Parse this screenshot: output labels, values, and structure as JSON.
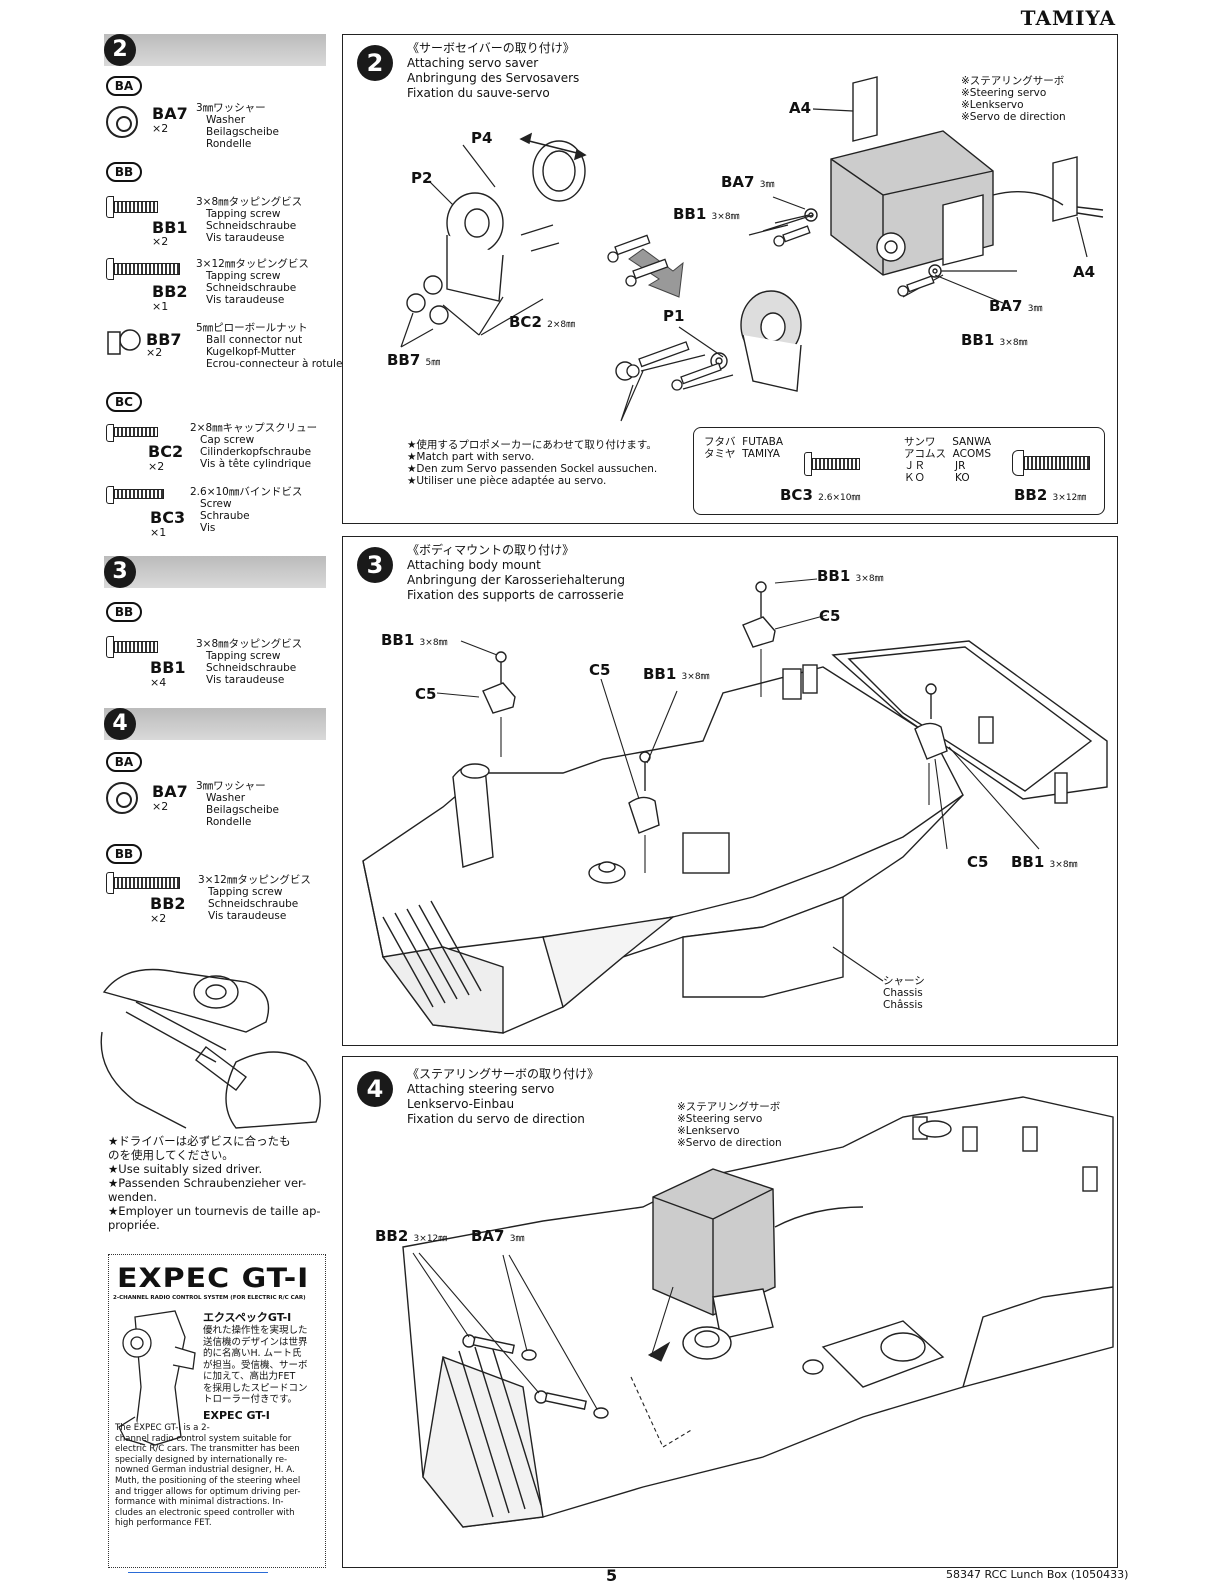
{
  "brand": "TAMIYA",
  "left": {
    "step2": {
      "num": "2",
      "groups": [
        {
          "badge": "BA",
          "parts": [
            {
              "code": "BA7",
              "qty": "×2",
              "text": "3㎜ワッシャー\n   Washer\n   Beilagscheibe\n   Rondelle"
            }
          ]
        },
        {
          "badge": "BB",
          "parts": [
            {
              "code": "BB1",
              "qty": "×2",
              "text": "3×8㎜タッピングビス\n   Tapping screw\n   Schneidschraube\n   Vis taraudeuse"
            },
            {
              "code": "BB2",
              "qty": "×1",
              "text": "3×12㎜タッピングビス\n   Tapping screw\n   Schneidschraube\n   Vis taraudeuse"
            },
            {
              "code": "BB7",
              "qty": "×2",
              "text": "5㎜ピローボールナット\n   Ball connector nut\n   Kugelkopf-Mutter\n   Ecrou-connecteur à rotule"
            }
          ]
        },
        {
          "badge": "BC",
          "parts": [
            {
              "code": "BC2",
              "qty": "×2",
              "text": "2×8㎜キャップスクリュー\n   Cap screw\n   Cilinderkopfschraube\n   Vis à tête cylindrique"
            },
            {
              "code": "BC3",
              "qty": "×1",
              "text": "2.6×10㎜バインドビス\n   Screw\n   Schraube\n   Vis"
            }
          ]
        }
      ]
    },
    "step3": {
      "num": "3",
      "badge": "BB",
      "part": {
        "code": "BB1",
        "qty": "×4",
        "text": "3×8㎜タッピングビス\n   Tapping screw\n   Schneidschraube\n   Vis taraudeuse"
      }
    },
    "step4": {
      "num": "4",
      "ba": {
        "badge": "BA",
        "code": "BA7",
        "qty": "×2",
        "text": "3㎜ワッシャー\n   Washer\n   Beilagscheibe\n   Rondelle"
      },
      "bb": {
        "badge": "BB",
        "code": "BB2",
        "qty": "×2",
        "text": "3×12㎜タッピングビス\n   Tapping screw\n   Schneidschraube\n   Vis taraudeuse"
      }
    },
    "driver_note": "★ドライバーは必ずビスに合ったも\nのを使用してください。\n★Use suitably sized driver.\n★Passenden Schraubenzieher ver-\nwenden.\n★Employer un tournevis de taille ap-\npropriée.",
    "promo": {
      "logo": "EXPEC GT-I",
      "tagline": "2-CHANNEL RADIO CONTROL SYSTEM (FOR ELECTRIC R/C CAR)",
      "jp_title": "エクスペックGT-I",
      "jp_text": "優れた操作性を実現した\n送信機のデザインは世界\n的に名高いH. ムート氏\nが担当。受信機、サーボ\nに加えて、高出力FET\nを採用したスピードコン\nトローラー付きです。",
      "en_title": "EXPEC GT-I",
      "en_text": "The EXPEC GT-I is a 2-\nchannel radio control system suitable for\nelectric R/C cars. The transmitter has been\nspecially designed by internationally re-\nnowned German industrial designer, H. A.\nMuth, the positioning of the steering wheel\nand trigger allows for optimum driving per-\nformance with minimal distractions. In-\ncludes an electronic speed controller with\nhigh performance FET."
    }
  },
  "panel2": {
    "num": "2",
    "title": "《サーボセイバーの取り付け》\nAttaching servo saver\nAnbringung des Servosavers\nFixation du sauve-servo",
    "servo_label": "※ステアリングサーボ\n※Steering servo\n※Lenkservo\n※Servo de direction",
    "callouts": {
      "a4_top": "A4",
      "a4_right": "A4",
      "p4": "P4",
      "p2": "P2",
      "p1": "P1",
      "ba7_top": "BA7",
      "ba7_right": "BA7",
      "ba7_size": "3㎜",
      "bb1_left": "BB1",
      "bb1_right": "BB1",
      "bb1_size": "3×8㎜",
      "bc2": "BC2",
      "bc2_size": "2×8㎜",
      "bb7": "BB7",
      "bb7_size": "5㎜"
    },
    "note": "★使用するプロポメーカーにあわせて取り付けます。\n★Match part with servo.\n★Den zum Servo passenden Sockel aussuchen.\n★Utiliser une pièce adaptée au servo.",
    "makers_left": "フタバ  FUTABA\nタミヤ  TAMIYA",
    "makers_right": "サンワ     SANWA\nアコムス  ACOMS\nＪＲ         JR\nＫＯ         KO",
    "bc3": "BC3",
    "bc3_size": "2.6×10㎜",
    "bb2": "BB2",
    "bb2_size": "3×12㎜"
  },
  "panel3": {
    "num": "3",
    "title": "《ボディマウントの取り付け》\nAttaching body mount\nAnbringung der Karosseriehalterung\nFixation des supports de carrosserie",
    "bb1": "BB1",
    "bb1_size": "3×8㎜",
    "c5": "C5",
    "chassis": "シャーシ\nChassis\nChâssis"
  },
  "panel4": {
    "num": "4",
    "title": "《ステアリングサーボの取り付け》\nAttaching steering servo\nLenkservo-Einbau\nFixation du servo de direction",
    "servo_label": "※ステアリングサーボ\n※Steering servo\n※Lenkservo\n※Servo de direction",
    "bb2": "BB2",
    "bb2_size": "3×12㎜",
    "ba7": "BA7",
    "ba7_size": "3㎜"
  },
  "footer": {
    "page": "5",
    "code": "58347  RCC Lunch Box (1050433)"
  }
}
